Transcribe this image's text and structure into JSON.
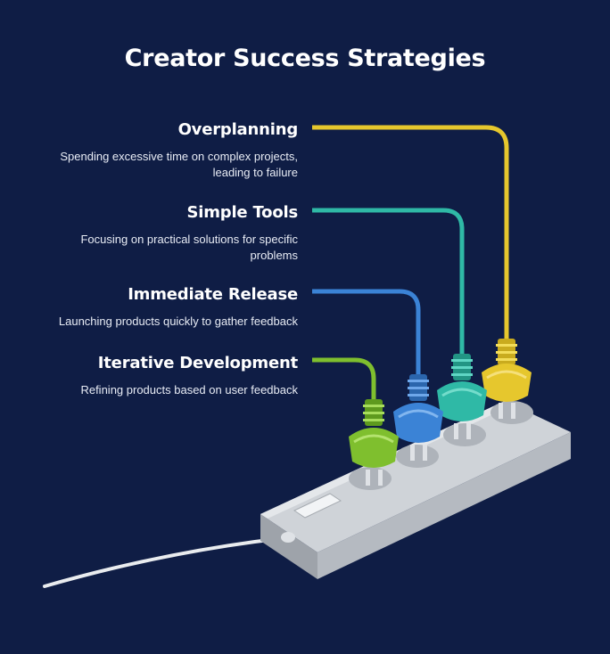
{
  "title": "Creator Success Strategies",
  "items": [
    {
      "heading": "Overplanning",
      "description": "Spending excessive time on complex projects, leading to failure",
      "color": "#e6c72d"
    },
    {
      "heading": "Simple Tools",
      "description": "Focusing on practical solutions for specific problems",
      "color": "#2fb9a6"
    },
    {
      "heading": "Immediate Release",
      "description": "Launching products quickly to gather feedback",
      "color": "#3b83d6"
    },
    {
      "heading": "Iterative Development",
      "description": "Refining products based on user feedback",
      "color": "#7fbf2e"
    }
  ]
}
